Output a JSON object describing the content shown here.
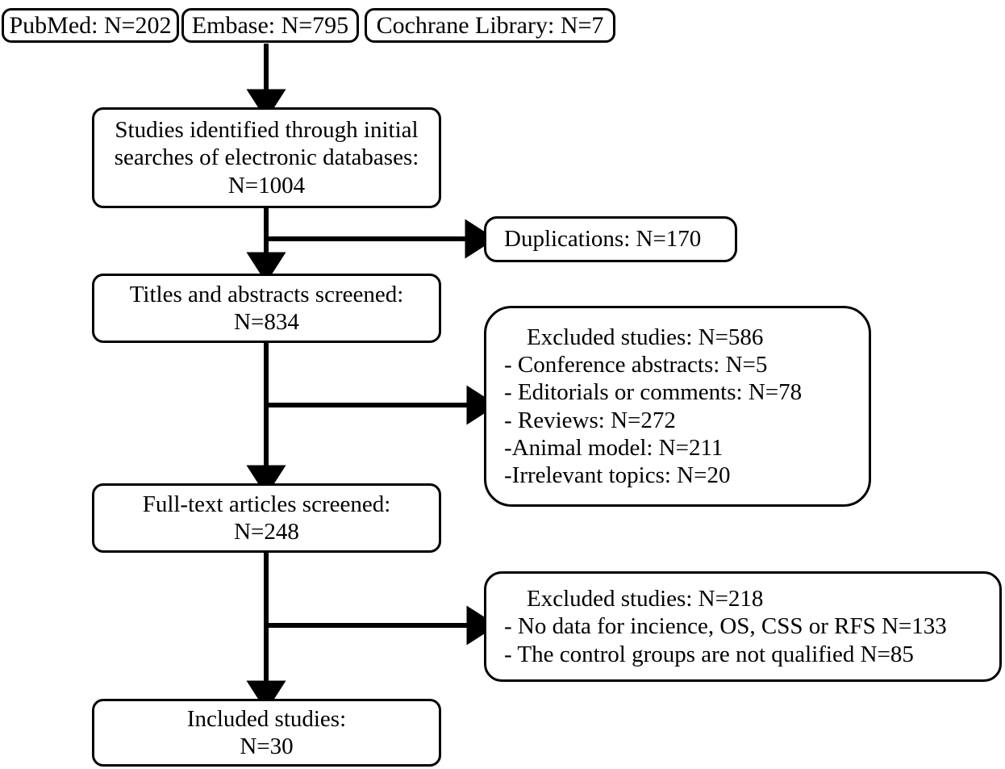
{
  "diagram": {
    "type": "prisma-flow-diagram",
    "title": "Study selection flow diagram",
    "stroke_color": "#000000",
    "background_color": "#ffffff"
  },
  "sources": [
    {
      "id": "pubmed",
      "label": "PubMed: N=202"
    },
    {
      "id": "embase",
      "label": "Embase: N=795"
    },
    {
      "id": "cochrane",
      "label": "Cochrane Library: N=7"
    }
  ],
  "stages": [
    {
      "id": "identified",
      "lines": [
        "Studies identified through initial",
        "searches of electronic databases:",
        "N=1004"
      ]
    },
    {
      "id": "titles-abstracts-screened",
      "lines": [
        "Titles and abstracts screened:",
        "N=834"
      ]
    },
    {
      "id": "full-text-screened",
      "lines": [
        "Full-text articles screened:",
        "N=248"
      ]
    },
    {
      "id": "included",
      "lines": [
        "Included studies:",
        "N=30"
      ]
    }
  ],
  "exclusions": [
    {
      "id": "duplications",
      "lines": [
        "Duplications: N=170"
      ]
    },
    {
      "id": "excluded-screening",
      "heading": "Excluded studies: N=586",
      "lines": [
        "- Conference abstracts: N=5",
        "- Editorials or comments: N=78",
        "- Reviews: N=272",
        "-Animal model: N=211",
        "-Irrelevant topics: N=20"
      ]
    },
    {
      "id": "excluded-fulltext",
      "heading": "Excluded studies: N=218",
      "lines": [
        "- No data for incience, OS, CSS or RFS N=133",
        "- The control groups are not qualified N=85"
      ]
    }
  ]
}
